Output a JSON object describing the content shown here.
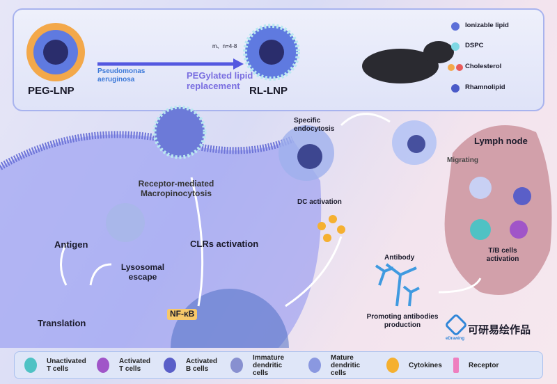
{
  "top_panel": {
    "peg_lnp": "PEG-LNP",
    "rl_lnp": "RL-LNP",
    "bacteria": "Pseudomonas aeruginosa",
    "process": "PEGylated lipid replacement",
    "formula_note": "m、n=4-8",
    "components": [
      "Ionizable lipid",
      "DSPC",
      "Cholesterol",
      "Rhamnolipid"
    ]
  },
  "cell": {
    "uptake": "Receptor-mediated Macropinocytosis",
    "antigen": "Antigen",
    "lysosomal": "Lysosomal escape",
    "translation": "Translation",
    "clrs": "CLRs activation",
    "nfkb": "NF-κB"
  },
  "immune": {
    "endocytosis": "Specific endocytosis",
    "dc_activation": "DC activation",
    "lymph_node": "Lymph node",
    "migrating": "Migrating",
    "tb_activation": "T/B cells activation",
    "antibody": "Antibody",
    "promoting": "Promoting antibodies production"
  },
  "brand": {
    "name": "可研易绘作品",
    "logo_text": "eDrawing"
  },
  "legend": [
    {
      "label": "Unactivated T cells",
      "color": "#4fc2c4"
    },
    {
      "label": "Activated T cells",
      "color": "#a055c8"
    },
    {
      "label": "Activated B cells",
      "color": "#5a5fc8"
    },
    {
      "label": "Immature dendritic cells",
      "color": "#8890d0"
    },
    {
      "label": "Mature dendritic cells",
      "color": "#8a98e0"
    },
    {
      "label": "Cytokines",
      "color": "#f5b030"
    },
    {
      "label": "Receptor",
      "color": "#ee7fbf"
    }
  ]
}
